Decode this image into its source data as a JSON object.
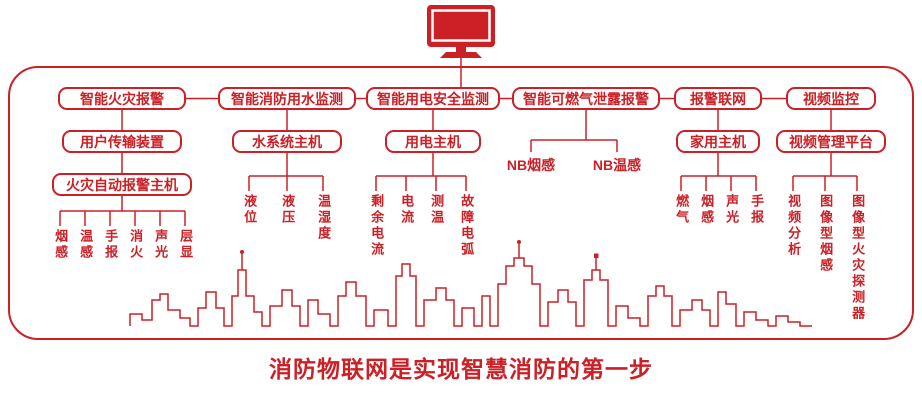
{
  "colors": {
    "accent": "#cb2026",
    "background": "#ffffff"
  },
  "caption": "消防物联网是实现智慧消防的第一步",
  "icons": {
    "top": "monitor-icon"
  },
  "tree": {
    "branches": [
      {
        "label": "智能火灾报警",
        "children": [
          {
            "label": "用户传输装置"
          },
          {
            "label": "火灾自动报警主机"
          }
        ],
        "leaves": [
          "烟感",
          "温感",
          "手报",
          "消火",
          "声光",
          "层显"
        ]
      },
      {
        "label": "智能消防用水监测",
        "children": [
          {
            "label": "水系统主机"
          }
        ],
        "leaves": [
          "液位",
          "液压",
          "温湿度"
        ]
      },
      {
        "label": "智能用电安全监测",
        "children": [
          {
            "label": "用电主机"
          }
        ],
        "leaves": [
          "剩余电流",
          "电流",
          "测温",
          "故障电弧"
        ]
      },
      {
        "label": "智能可燃气泄露报警",
        "children": [],
        "leaves": [
          "NB烟感",
          "NB温感"
        ]
      },
      {
        "label": "报警联网",
        "children": [
          {
            "label": "家用主机"
          }
        ],
        "leaves": [
          "燃气",
          "烟感",
          "声光",
          "手报"
        ]
      },
      {
        "label": "视频监控",
        "children": [
          {
            "label": "视频管理平台"
          }
        ],
        "leaves": [
          "视频分析",
          "图像型烟感",
          "图像型火灾探测器"
        ]
      }
    ]
  }
}
